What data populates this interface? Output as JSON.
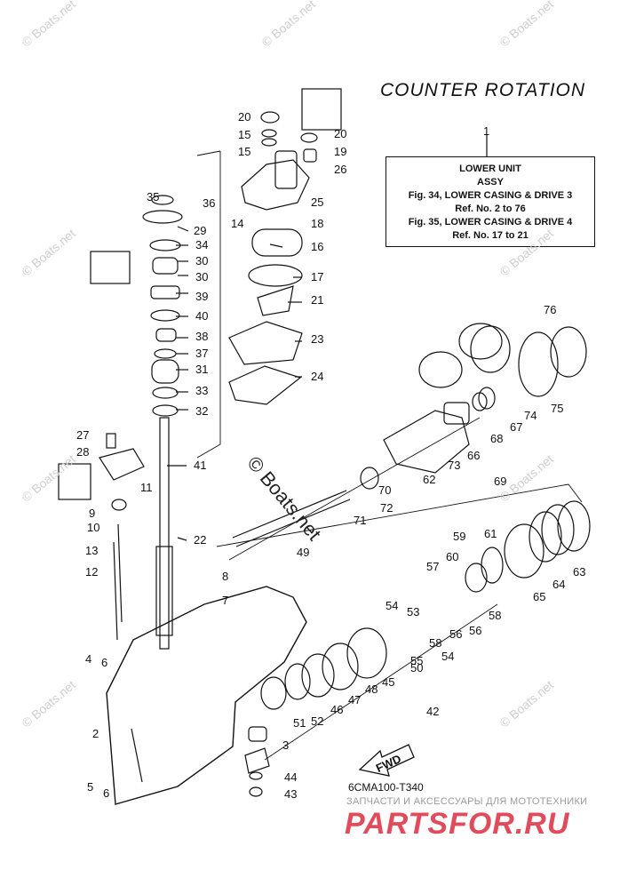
{
  "title": "COUNTER ROTATION",
  "info_box": {
    "ref_number": "1",
    "line1": "LOWER UNIT",
    "line2": "ASSY",
    "line3": "Fig. 34, LOWER CASING & DRIVE 3",
    "line4": "Ref. No. 2 to 76",
    "line5": "Fig. 35, LOWER CASING & DRIVE 4",
    "line6": "Ref. No. 17 to 21"
  },
  "diagram_code": "6CMA100-T340",
  "fwd_label": "FWD",
  "watermark": "© Boats.net",
  "promo": {
    "subtitle": "ЗАПЧАСТИ И АКСЕССУАРЫ ДЛЯ МОТОТЕХНИКИ",
    "logo": "PARTSFOR.RU"
  },
  "part_labels": [
    "2",
    "3",
    "4",
    "5",
    "6",
    "6",
    "7",
    "8",
    "9",
    "10",
    "11",
    "12",
    "13",
    "14",
    "15",
    "15",
    "16",
    "17",
    "18",
    "19",
    "20",
    "20",
    "21",
    "22",
    "23",
    "24",
    "25",
    "26",
    "27",
    "28",
    "29",
    "30",
    "30",
    "31",
    "32",
    "33",
    "34",
    "35",
    "36",
    "37",
    "38",
    "39",
    "40",
    "41",
    "42",
    "43",
    "44",
    "45",
    "46",
    "47",
    "48",
    "49",
    "50",
    "51",
    "52",
    "53",
    "54",
    "54",
    "55",
    "56",
    "56",
    "57",
    "58",
    "58",
    "59",
    "60",
    "61",
    "62",
    "63",
    "64",
    "65",
    "66",
    "67",
    "68",
    "69",
    "70",
    "71",
    "72",
    "73",
    "74",
    "75",
    "76"
  ]
}
